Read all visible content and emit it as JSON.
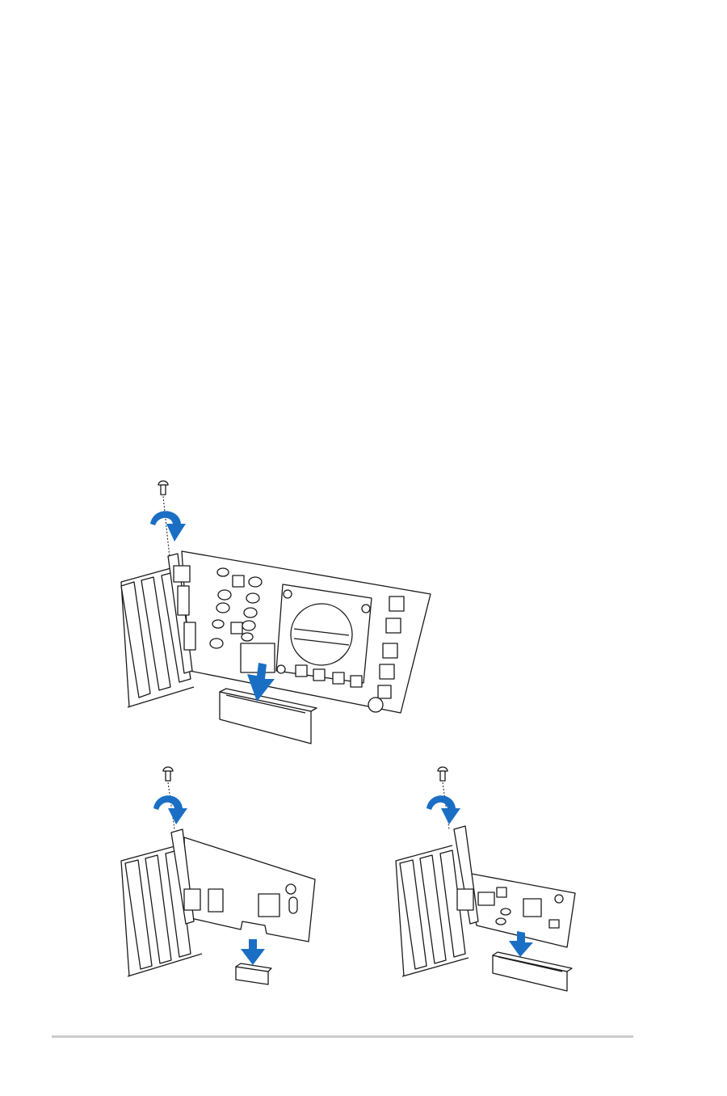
{
  "page": {
    "background": "#ffffff"
  },
  "illustrations": [
    {
      "name": "install-graphics-card-pcie-x16",
      "icons": [
        "screw-icon",
        "rotate-arrow-icon",
        "insert-arrow-icon"
      ]
    },
    {
      "name": "install-card-pcie-x1",
      "icons": [
        "screw-icon",
        "rotate-arrow-icon",
        "insert-arrow-icon"
      ]
    },
    {
      "name": "install-card-pci",
      "icons": [
        "screw-icon",
        "rotate-arrow-icon",
        "insert-arrow-icon"
      ]
    }
  ],
  "colors": {
    "arrow": "#1a6fc4",
    "line": "#1a1a1a",
    "footer_rule": "#cccccc"
  }
}
